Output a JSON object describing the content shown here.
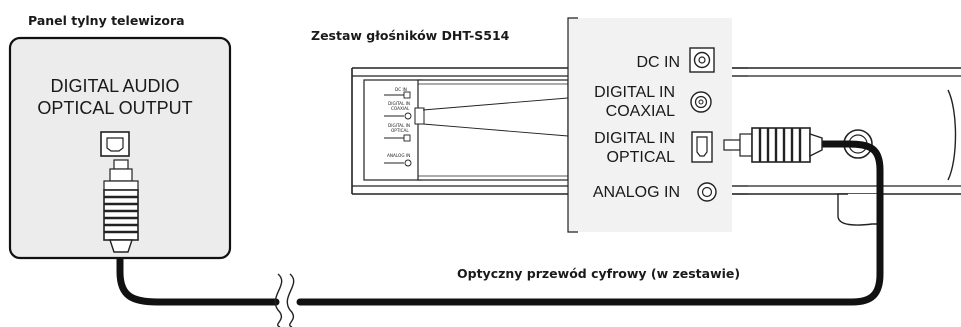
{
  "tv": {
    "title": "Panel tylny telewizora",
    "output_line1": "DIGITAL AUDIO",
    "output_line2": "OPTICAL OUTPUT"
  },
  "speaker": {
    "title": "Zestaw głośników DHT-S514",
    "ports": {
      "dc_in": "DC IN",
      "coax_line1": "DIGITAL IN",
      "coax_line2": "COAXIAL",
      "optical_line1": "DIGITAL IN",
      "optical_line2": "OPTICAL",
      "analog_in": "ANALOG IN"
    },
    "mini_labels": {
      "dc_in": "DC IN",
      "coax_line1": "DIGITAL IN",
      "coax_line2": "COAXIAL",
      "optical_line1": "DIGITAL IN",
      "optical_line2": "OPTICAL",
      "analog_in": "ANALOG IN"
    }
  },
  "cable": {
    "label": "Optyczny przewód cyfrowy (w zestawie)"
  },
  "icons": [
    "tv-optical-jack-icon",
    "dc-in-jack-icon",
    "coaxial-jack-icon",
    "optical-jack-icon",
    "analog-jack-icon",
    "optical-plug-icon",
    "cable-break-icon"
  ]
}
